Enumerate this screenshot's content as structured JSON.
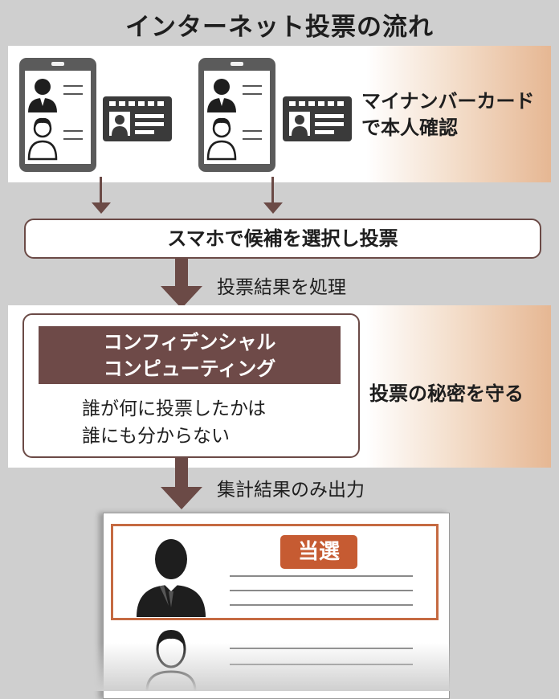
{
  "title": "インターネット投票の流れ",
  "step1": {
    "label": "マイナンバーカード\nで本人確認"
  },
  "step2": {
    "label": "スマホで候補を選択し投票"
  },
  "arrow1": {
    "label": "投票結果を処理"
  },
  "step3": {
    "title": "コンフィデンシャル\nコンピューティング",
    "description": "誰が何に投票したかは\n誰にも分からない",
    "side_label": "投票の秘密を守る"
  },
  "arrow2": {
    "label": "集計結果のみ出力"
  },
  "result": {
    "badge": "当選"
  },
  "colors": {
    "accent": "#6b4a46",
    "badge": "#c65b32",
    "winner_border": "#c56a42"
  }
}
